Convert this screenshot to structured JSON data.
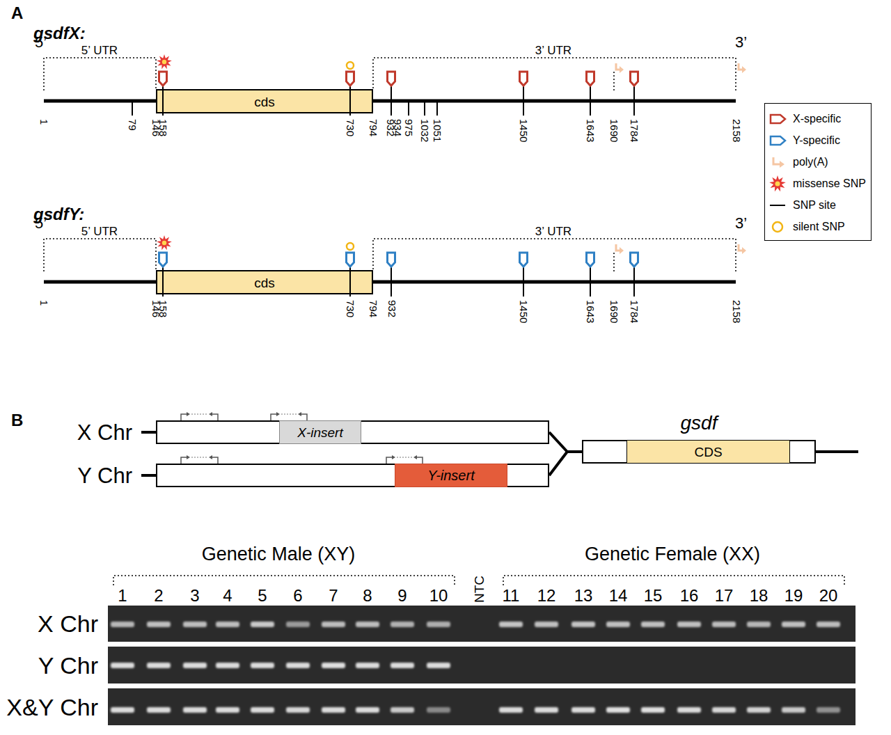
{
  "diagram": {
    "nodes": [
      {
        "text": [
          "cds"
        ]
      },
      {
        "text": [
          "cds"
        ]
      },
      {
        "text": [
          "X Chr"
        ]
      },
      {
        "text": [
          "X-insert"
        ],
        "in": 2
      },
      {
        "text": [
          "Y Chr"
        ]
      },
      {
        "text": [
          "Y-insert"
        ],
        "in": 4
      },
      {
        "text": [
          "gsdf"
        ]
      },
      {
        "text": [
          "CDS"
        ],
        "in": 6
      },
      {
        "text": [
          "X Chr"
        ]
      },
      {
        "text": [
          "Y Chr"
        ]
      },
      {
        "text": [
          "X&Y Chr"
        ]
      }
    ],
    "edges": [
      {
        "from": 2,
        "to": 6,
        "arrow": "none"
      },
      {
        "from": 4,
        "to": 6,
        "arrow": "none"
      }
    ],
    "labels": [
      "A",
      "gsdfX:",
      "5’",
      "5’ UTR",
      "3’ UTR",
      "3’",
      "1",
      "79",
      "146",
      "158",
      "730",
      "794",
      "932",
      "934",
      "975",
      "1032",
      "1051",
      "1450",
      "1643",
      "1690",
      "1784",
      "2158",
      "gsdfY:",
      "5’",
      "5’ UTR",
      "3’ UTR",
      "3’",
      "1",
      "146",
      "158",
      "730",
      "794",
      "932",
      "1450",
      "1643",
      "1690",
      "1784",
      "2158",
      "B",
      "Genetic Male (XY)",
      "1",
      "2",
      "3",
      "4",
      "5",
      "6",
      "7",
      "8",
      "9",
      "10",
      "NTC",
      "Genetic Female (XX)",
      "11",
      "12",
      "13",
      "14",
      "15",
      "16",
      "17",
      "18",
      "19",
      "20"
    ],
    "legend": [
      {
        "text": "X-specific"
      },
      {
        "text": "Y-specific"
      },
      {
        "text": "poly(A)"
      },
      {
        "text": "missense SNP"
      },
      {
        "text": "SNP site"
      },
      {
        "text": "silent SNP"
      }
    ]
  }
}
